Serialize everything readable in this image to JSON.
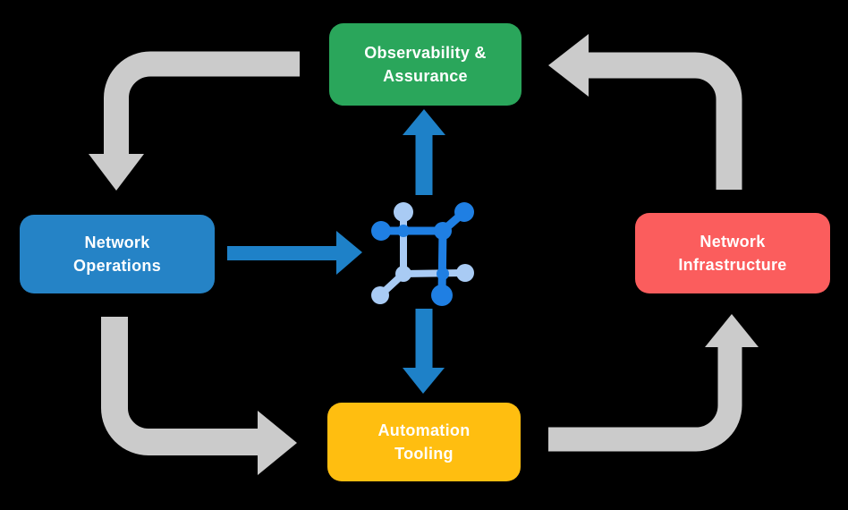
{
  "background_color": "#000000",
  "colors": {
    "arrow_gray": "#CBCBCB",
    "arrow_blue": "#1E81C8",
    "icon_blue_dark": "#1F7FE3",
    "icon_blue_light": "#A9CBF4",
    "label_text": "#FFFFFF"
  },
  "nodes": {
    "observability": {
      "label": "Observability &\nAssurance",
      "color": "#2AA65B"
    },
    "network_operations": {
      "label": "Network\nOperations",
      "color": "#2583C6"
    },
    "network_infrastructure": {
      "label": "Network\nInfrastructure",
      "color": "#FB5D5D"
    },
    "automation_tooling": {
      "label": "Automation\nTooling",
      "color": "#FFBE10"
    }
  },
  "center_icon": "network-automation-nodes-icon",
  "arrows": [
    {
      "from": "observability-assurance",
      "to": "network-operations",
      "style": "gray-elbow-down"
    },
    {
      "from": "network-operations",
      "to": "automation-tooling",
      "style": "gray-elbow-right"
    },
    {
      "from": "automation-tooling",
      "to": "network-infrastructure",
      "style": "gray-elbow-up"
    },
    {
      "from": "network-infrastructure",
      "to": "observability-assurance",
      "style": "gray-elbow-left"
    },
    {
      "from": "network-operations",
      "to": "center-icon",
      "style": "blue-straight-right"
    },
    {
      "from": "center-icon",
      "to": "observability-assurance",
      "style": "blue-straight-up"
    },
    {
      "from": "center-icon",
      "to": "automation-tooling",
      "style": "blue-straight-down"
    }
  ]
}
